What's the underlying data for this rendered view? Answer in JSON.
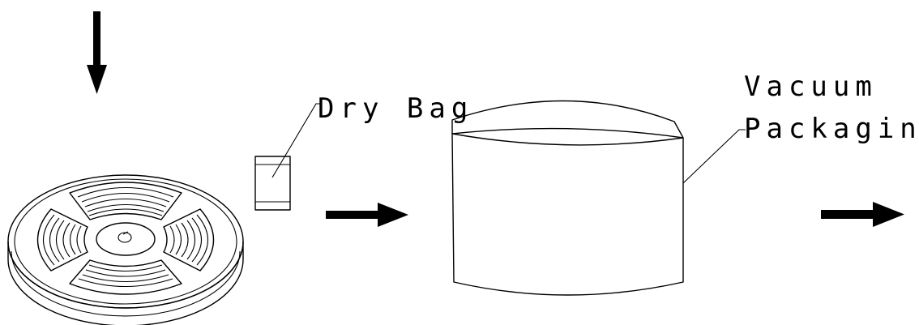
{
  "labels": {
    "dry_bag": "Dry Bag",
    "vacuum_line1": "Vacuum",
    "vacuum_line2": "Packaging"
  },
  "arrows": [
    {
      "name": "down-arrow",
      "direction": "down"
    },
    {
      "name": "right-arrow-middle",
      "direction": "right"
    },
    {
      "name": "right-arrow-end",
      "direction": "right"
    }
  ],
  "colors": {
    "line": "#000000",
    "background": "#ffffff"
  }
}
